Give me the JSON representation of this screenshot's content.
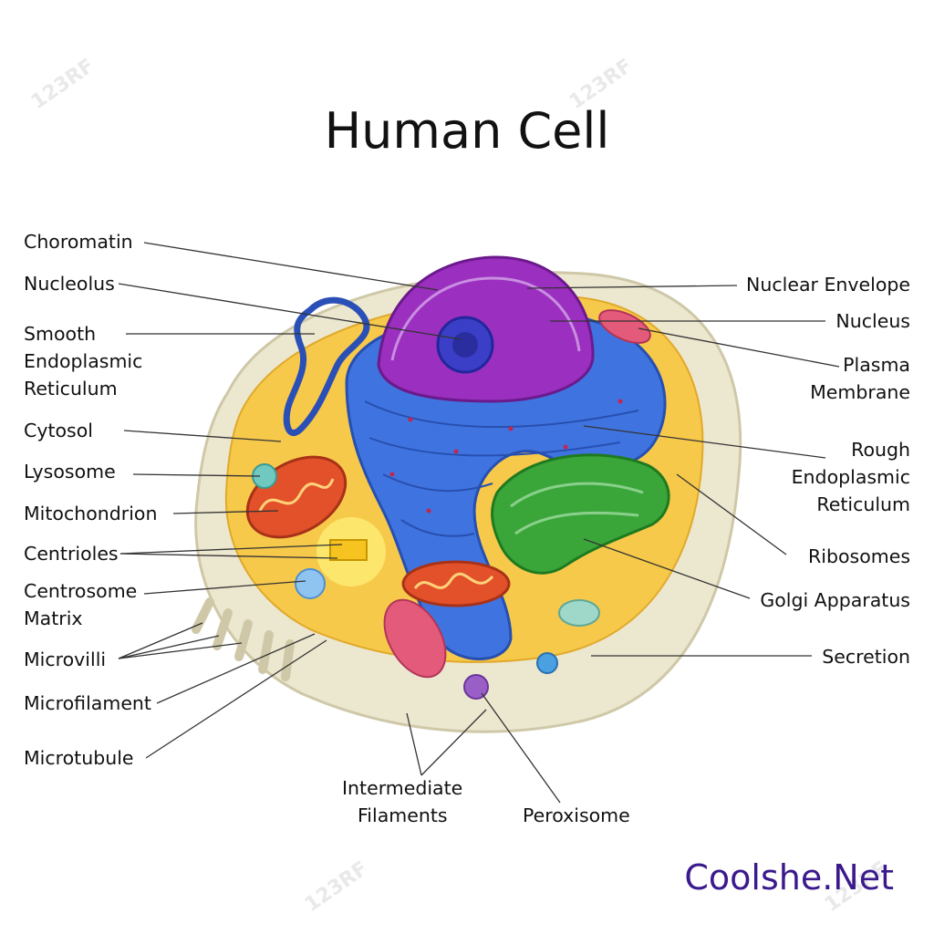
{
  "title": "Human Cell",
  "brand": "Coolshe.Net",
  "labels": {
    "choromatin": "Choromatin",
    "nucleolus": "Nucleolus",
    "ser_1": "Smooth",
    "ser_2": "Endoplasmic",
    "ser_3": "Reticulum",
    "cytosol": "Cytosol",
    "lysosome": "Lysosome",
    "mitochondrion": "Mitochondrion",
    "centrioles": "Centrioles",
    "centrosome_1": "Centrosome",
    "centrosome_2": "Matrix",
    "microvilli": "Microvilli",
    "microfilament": "Microfilament",
    "microtubule": "Microtubule",
    "intermediate_1": "Intermediate",
    "intermediate_2": "Filaments",
    "peroxisome": "Peroxisome",
    "nuclear_envelope": "Nuclear Envelope",
    "nucleus": "Nucleus",
    "plasma_1": "Plasma",
    "plasma_2": "Membrane",
    "rer_1": "Rough",
    "rer_2": "Endoplasmic",
    "rer_3": "Reticulum",
    "ribosomes": "Ribosomes",
    "golgi": "Golgi Apparatus",
    "secretion": "Secretion"
  },
  "colors": {
    "cytoplasm": "#f7c94a",
    "outer_membrane": "#ece7cf",
    "nucleus": "#9b2fc0",
    "nucleolus": "#3b3fc8",
    "er": "#3f74e0",
    "mitochondrion": "#e2512a",
    "golgi": "#3aa63a",
    "lysosome": "#6fc9c0",
    "peroxisome": "#9a5fc7",
    "vesicle_pink": "#e45a7a",
    "brand": "#3a1a8c"
  }
}
